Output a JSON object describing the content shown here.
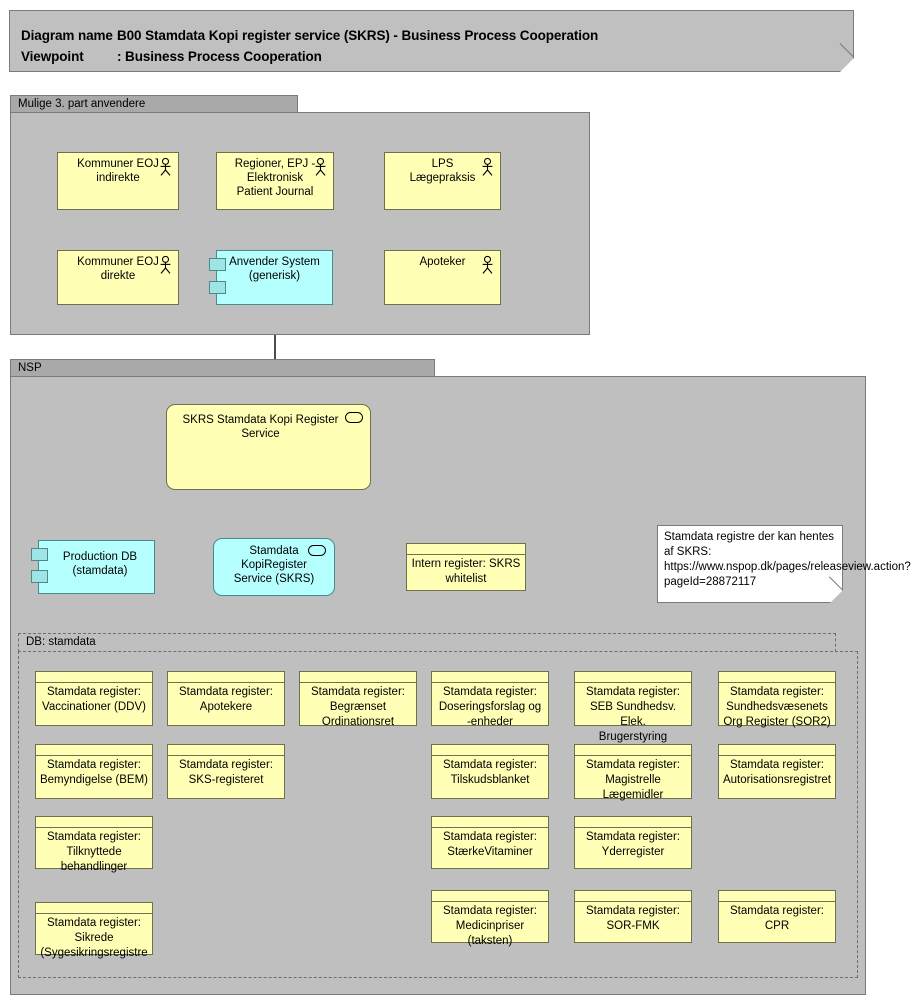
{
  "header": {
    "diagram_name_key": "Diagram name :",
    "diagram_name_value": "B00 Stamdata Kopi register service (SKRS) - Business Process Cooperation",
    "viewpoint_key": "Viewpoint",
    "viewpoint_value": ": Business Process Cooperation"
  },
  "groups": {
    "third_party": {
      "label": "Mulige 3. part anvendere"
    },
    "nsp": {
      "label": "NSP"
    },
    "db_stamdata": {
      "label": "DB: stamdata"
    }
  },
  "actors": [
    {
      "id": "kommuner-eoj-indirekte",
      "label": "Kommuner EOJ\nindirekte",
      "icon": "actor-icon"
    },
    {
      "id": "regioner-epj",
      "label": "Regioner, EPJ -\nElektronisk\nPatient Journal",
      "icon": "actor-icon"
    },
    {
      "id": "lps-laegepraksis",
      "label": "LPS\nLægepraksis",
      "icon": "actor-icon"
    },
    {
      "id": "kommuner-eoj-direkte",
      "label": "Kommuner EOJ\ndirekte",
      "icon": "actor-icon"
    },
    {
      "id": "apoteker",
      "label": "Apoteker",
      "icon": "actor-icon"
    }
  ],
  "components": {
    "anvender_system": {
      "label": "Anvender System\n(generisk)",
      "icon": "component-icon"
    },
    "production_db": {
      "label": "Production DB\n(stamdata)",
      "icon": "component-icon"
    },
    "skrs_component": {
      "label": "Stamdata\nKopiRegister\nService (SKRS)",
      "icon": "service-icon"
    }
  },
  "services": {
    "skrs_service": {
      "label": "SKRS Stamdata Kopi Register\nService",
      "icon": "service-icon"
    }
  },
  "intern_register": {
    "label": "Intern register: SKRS\nwhitelist"
  },
  "note": {
    "text": "Stamdata registre der kan hentes af SKRS: https://www.nspop.dk/pages/releaseview.action?pageId=28872117"
  },
  "registers": [
    {
      "id": "vaccinationer",
      "label": "Stamdata register:\nVaccinationer (DDV)"
    },
    {
      "id": "apotekere",
      "label": "Stamdata register:\nApotekere"
    },
    {
      "id": "begraenset",
      "label": "Stamdata register:\nBegrænset\nOrdinationsret"
    },
    {
      "id": "doseringsforslag",
      "label": "Stamdata register:\nDoseringsforslag og\n-enheder"
    },
    {
      "id": "seb",
      "label": "Stamdata register:\nSEB Sundhedsv. Elek.\nBrugerstyring"
    },
    {
      "id": "sor2",
      "label": "Stamdata register:\nSundhedsvæsenets\nOrg Register (SOR2)"
    },
    {
      "id": "bemyndigelse",
      "label": "Stamdata register:\nBemyndigelse (BEM)"
    },
    {
      "id": "sks",
      "label": "Stamdata register:\nSKS-registeret"
    },
    {
      "id": "tilskudsblanket",
      "label": "Stamdata register:\nTilskudsblanket"
    },
    {
      "id": "magistrelle",
      "label": "Stamdata register:\nMagistrelle\nLægemidler"
    },
    {
      "id": "autorisation",
      "label": "Stamdata register:\nAutorisationsregistret"
    },
    {
      "id": "tilknyttede",
      "label": "Stamdata register:\nTilknyttede\nbehandlinger"
    },
    {
      "id": "staerkevitaminer",
      "label": "Stamdata register:\nStærkeVitaminer"
    },
    {
      "id": "yderregister",
      "label": "Stamdata register:\nYderregister"
    },
    {
      "id": "sikrede",
      "label": "Stamdata register:\nSikrede\n(Sygesikringsregistre"
    },
    {
      "id": "medicinpriser",
      "label": "Stamdata register:\nMedicinpriser\n(taksten)"
    },
    {
      "id": "sorfmk",
      "label": "Stamdata register:\nSOR-FMK"
    },
    {
      "id": "cpr",
      "label": "Stamdata register:\nCPR"
    }
  ],
  "colors": {
    "business": "#ffffb5",
    "application": "#b5ffff",
    "group_body": "#bfbfbf",
    "group_tab": "#a9a9a9",
    "banner": "#c0c0c0",
    "note": "#ffffff",
    "line": "#000000"
  }
}
